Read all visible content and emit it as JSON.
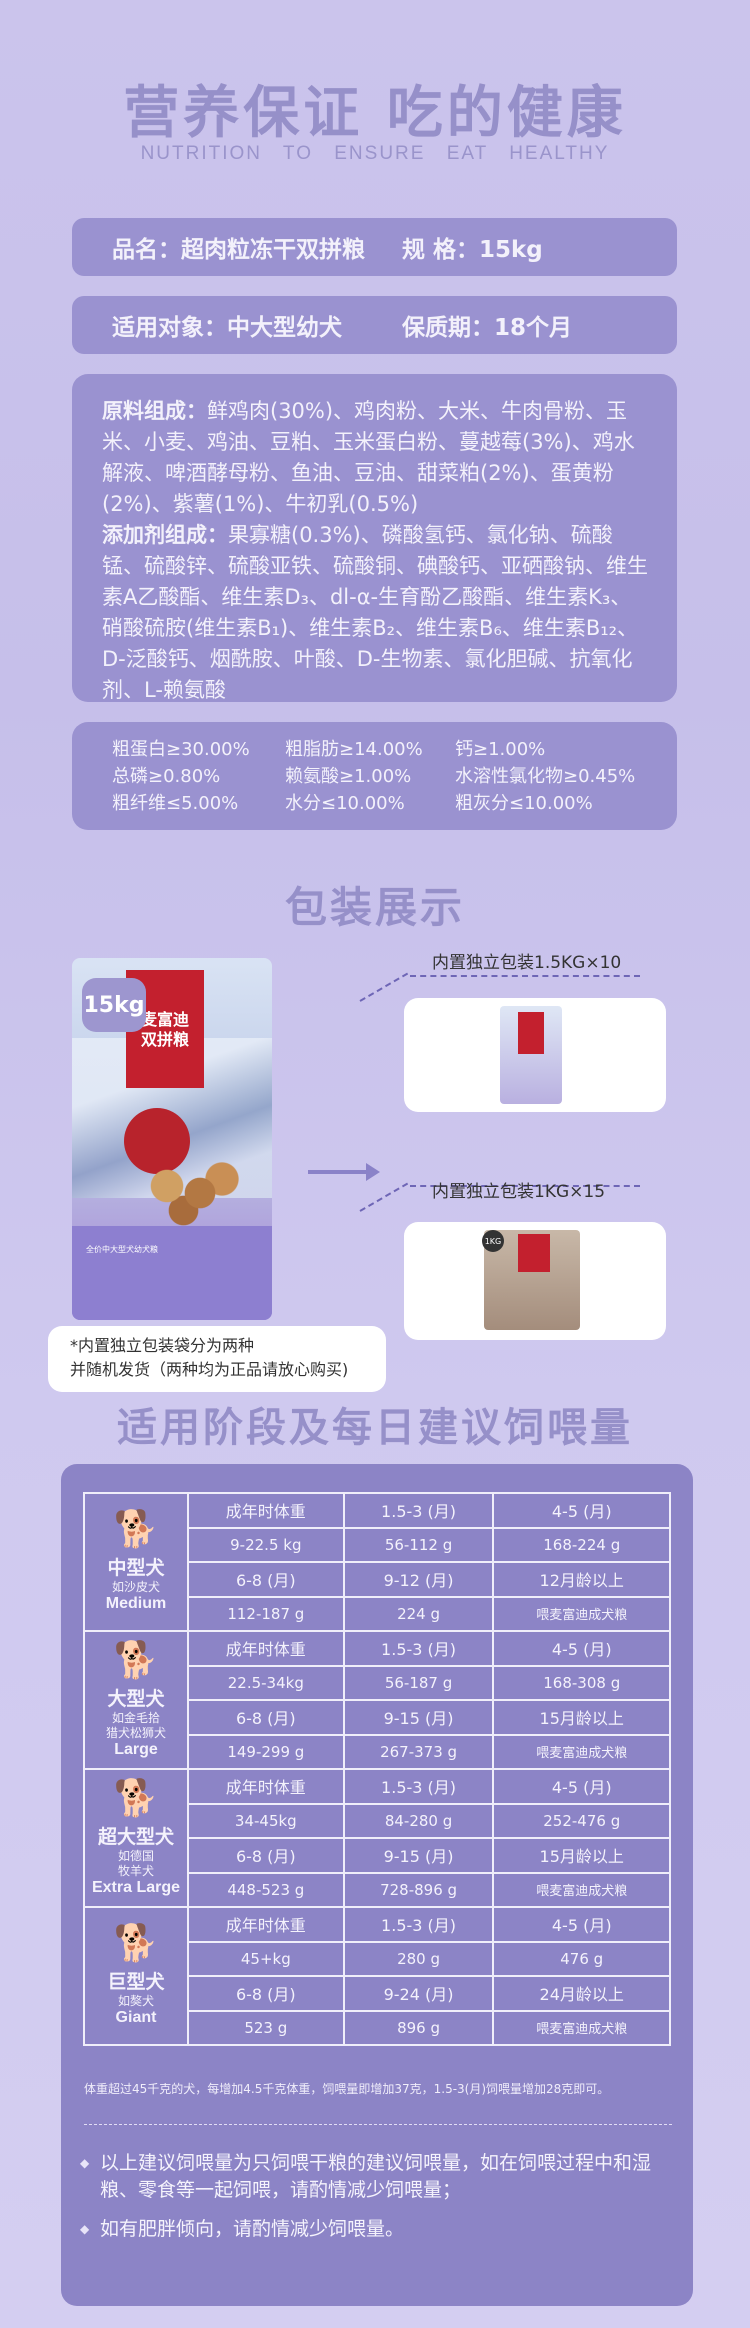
{
  "header": {
    "title": "营养保证  吃的健康",
    "subtitle": "NUTRITION TO ENSURE    EAT HEALTHY"
  },
  "product": {
    "name_label": "品名：超肉粒冻干双拼粮",
    "spec_label": "规    格：15kg",
    "target_label": "适用对象：中大型幼犬",
    "shelf_label": "保质期：18个月"
  },
  "ingredients": {
    "raw_title": "原料组成：",
    "raw_text": "鲜鸡肉(30%)、鸡肉粉、大米、牛肉骨粉、玉米、小麦、鸡油、豆粕、玉米蛋白粉、蔓越莓(3%)、鸡水解液、啤酒酵母粉、鱼油、豆油、甜菜粕(2%)、蛋黄粉(2%)、紫薯(1%)、牛初乳(0.5%)",
    "add_title": "添加剂组成：",
    "add_text": "果寡糖(0.3%)、磷酸氢钙、氯化钠、硫酸锰、硫酸锌、硫酸亚铁、硫酸铜、碘酸钙、亚硒酸钠、维生素A乙酸酯、维生素D₃、dl-α-生育酚乙酸酯、维生素K₃、硝酸硫胺(维生素B₁)、维生素B₂、维生素B₆、维生素B₁₂、D-泛酸钙、烟酰胺、叶酸、D-生物素、氯化胆碱、抗氧化剂、L-赖氨酸"
  },
  "nutrients": [
    [
      "粗蛋白≥30.00%",
      "粗脂肪≥14.00%",
      "钙≥1.00%"
    ],
    [
      "总磷≥0.80%",
      "赖氨酸≥1.00%",
      "水溶性氯化物≥0.45%"
    ],
    [
      "粗纤维≤5.00%",
      "水分≤10.00%",
      "粗灰分≤10.00%"
    ]
  ],
  "packaging": {
    "title": "包装展示",
    "bag_weight": "15kg",
    "bag_brand": "麦富迪\n双拼粮",
    "bag_bottom_text": "全价中大型犬幼犬粮",
    "inner1_label": "内置独立包装1.5KG×10",
    "inner2_label": "内置独立包装1KG×15",
    "inner2_badge": "1KG",
    "note_line1": "*内置独立包装袋分为两种",
    "note_line2": "并随机发货（两种均为正品请放心购买)"
  },
  "feeding": {
    "title": "适用阶段及每日建议饲喂量",
    "groups": [
      {
        "name": "中型犬",
        "desc": "如沙皮犬",
        "en": "Medium",
        "rows": [
          [
            "成年时体重",
            "1.5-3 (月)",
            "4-5 (月)"
          ],
          [
            "9-22.5 kg",
            "56-112 g",
            "168-224 g"
          ],
          [
            "6-8 (月)",
            "9-12 (月)",
            "12月龄以上"
          ],
          [
            "112-187 g",
            "224 g",
            "喂麦富迪成犬粮"
          ]
        ]
      },
      {
        "name": "大型犬",
        "desc": "如金毛拾\n猎犬松狮犬",
        "en": "Large",
        "rows": [
          [
            "成年时体重",
            "1.5-3 (月)",
            "4-5 (月)"
          ],
          [
            "22.5-34kg",
            "56-187 g",
            "168-308 g"
          ],
          [
            "6-8 (月)",
            "9-15 (月)",
            "15月龄以上"
          ],
          [
            "149-299 g",
            "267-373 g",
            "喂麦富迪成犬粮"
          ]
        ]
      },
      {
        "name": "超大型犬",
        "desc": "如德国\n牧羊犬",
        "en": "Extra Large",
        "rows": [
          [
            "成年时体重",
            "1.5-3 (月)",
            "4-5 (月)"
          ],
          [
            "34-45kg",
            "84-280 g",
            "252-476 g"
          ],
          [
            "6-8 (月)",
            "9-15 (月)",
            "15月龄以上"
          ],
          [
            "448-523 g",
            "728-896 g",
            "喂麦富迪成犬粮"
          ]
        ]
      },
      {
        "name": "巨型犬",
        "desc": "如獒犬",
        "en": "Giant",
        "rows": [
          [
            "成年时体重",
            "1.5-3 (月)",
            "4-5 (月)"
          ],
          [
            "45+kg",
            "280 g",
            "476 g"
          ],
          [
            "6-8 (月)",
            "9-24 (月)",
            "24月龄以上"
          ],
          [
            "523 g",
            "896 g",
            "喂麦富迪成犬粮"
          ]
        ]
      }
    ],
    "footnote": "体重超过45千克的犬，每增加4.5千克体重，饲喂量即增加37克，1.5-3(月)饲喂量增加28克即可。",
    "bullets": [
      "以上建议饲喂量为只饲喂干粮的建议饲喂量，如在饲喂过程中和湿粮、零食等一起饲喂，请酌情减少饲喂量；",
      "如有肥胖倾向，请酌情减少饲喂量。"
    ]
  },
  "colors": {
    "background": "#c8c1eb",
    "pill": "#9a92d0",
    "title": "#9690c9",
    "table_bg": "#8c84c6",
    "brand_red": "#c3202e"
  }
}
